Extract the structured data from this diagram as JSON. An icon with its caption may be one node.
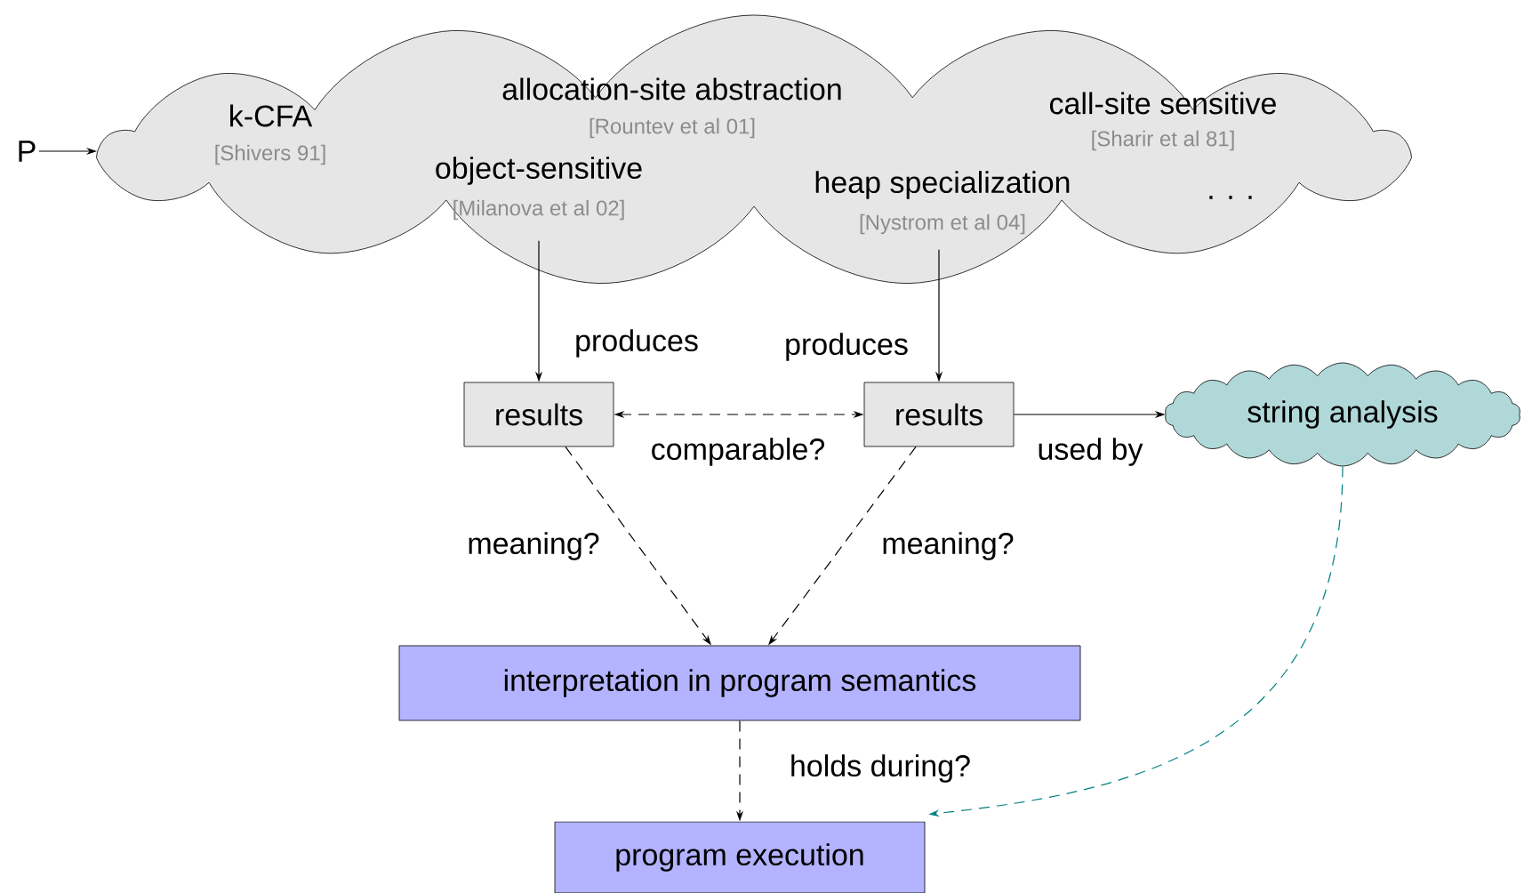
{
  "diagram": {
    "nodes": [
      {
        "text": [
          "P"
        ]
      },
      {
        "text": [
          "k-CFA",
          "[Shivers 91]",
          "allocation-site abstraction",
          "[Rountev et al 01]",
          "object-sensitive",
          "[Milanova et al 02]",
          "call-site sensitive",
          "[Sharir et al 81]",
          "heap specialization",
          "[Nystrom et al 04]",
          ". . ."
        ]
      },
      {
        "text": [
          "results"
        ]
      },
      {
        "text": [
          "results"
        ]
      },
      {
        "text": [
          "string analysis"
        ]
      },
      {
        "text": [
          "interpretation in program semantics"
        ]
      },
      {
        "text": [
          "program execution"
        ]
      }
    ],
    "edges": [
      {
        "from": 0,
        "to": 1,
        "arrow": "to"
      },
      {
        "from": 1,
        "to": 2,
        "arrow": "to",
        "label": "produces"
      },
      {
        "from": 1,
        "to": 3,
        "arrow": "to",
        "label": "produces"
      },
      {
        "from": 2,
        "to": 3,
        "arrow": "both",
        "label": "comparable?",
        "style": "dashed"
      },
      {
        "from": 3,
        "to": 4,
        "arrow": "to",
        "label": "used by"
      },
      {
        "from": 2,
        "to": 5,
        "arrow": "to",
        "label": "meaning?",
        "style": "dashed"
      },
      {
        "from": 3,
        "to": 5,
        "arrow": "to",
        "label": "meaning?",
        "style": "dashed"
      },
      {
        "from": 5,
        "to": 6,
        "arrow": "to",
        "label": "holds during?",
        "style": "dashed"
      },
      {
        "from": 4,
        "to": 6,
        "arrow": "to",
        "style": "dashed",
        "color": "#008080"
      }
    ]
  }
}
